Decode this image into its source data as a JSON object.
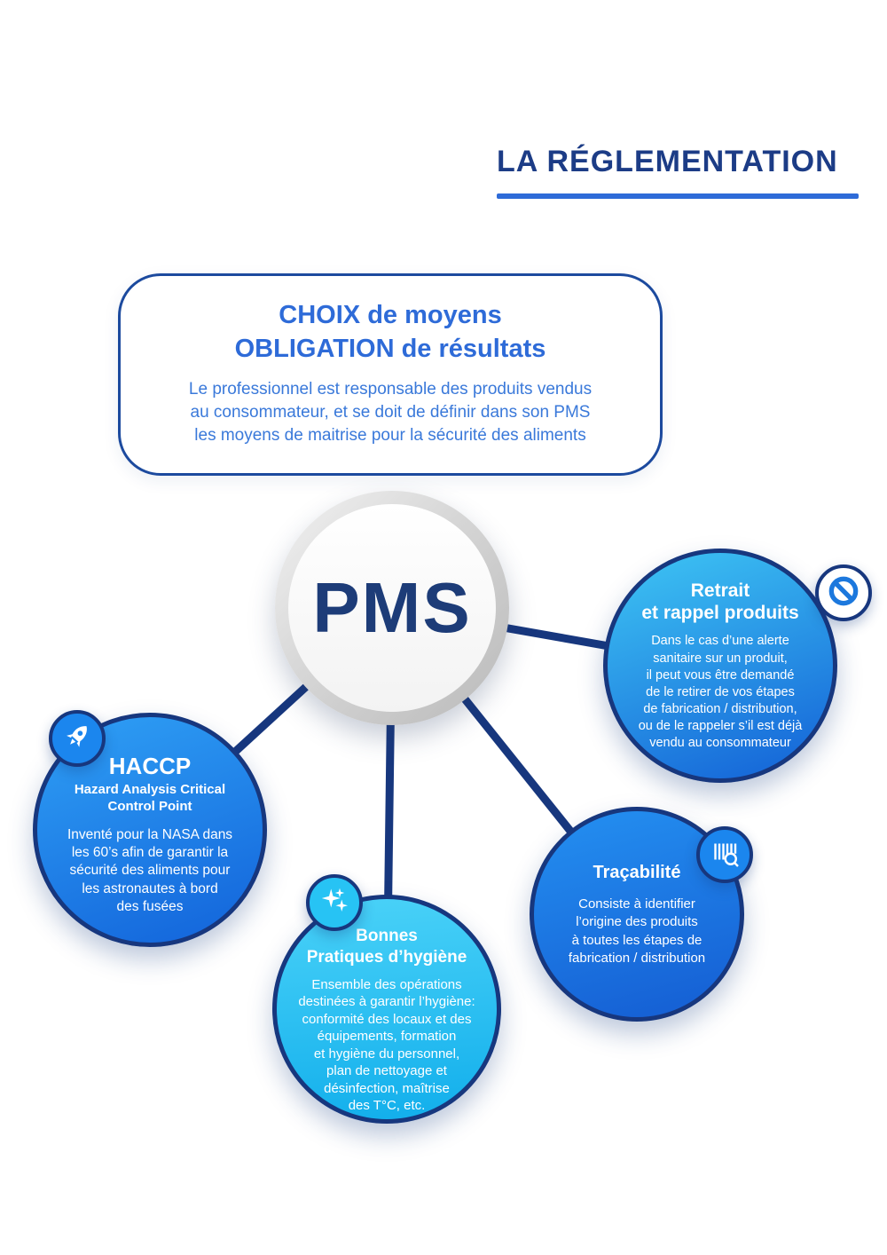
{
  "header": {
    "title": "LA RÉGLEMENTATION"
  },
  "intro": {
    "title_line1": "CHOIX de moyens",
    "title_line2": "OBLIGATION de résultats",
    "body": "Le professionnel est responsable des produits vendus\nau consommateur, et se doit de définir dans son PMS\nles moyens de maitrise pour la sécurité des aliments"
  },
  "center": {
    "label": "PMS"
  },
  "nodes": {
    "retrait": {
      "title": "Retrait\net rappel produits",
      "body": "Dans le cas d’une alerte\nsanitaire sur un produit,\nil peut vous être demandé\nde le retirer de vos étapes\nde fabrication / distribution,\nou de le rappeler s’il est déjà\nvendu au consommateur",
      "icon": "no-entry-icon"
    },
    "haccp": {
      "title": "HACCP",
      "subtitle": "Hazard Analysis Critical\nControl Point",
      "body": "Inventé pour la NASA dans\nles 60’s afin de garantir la\nsécurité des aliments pour\nles astronautes à bord\ndes fusées",
      "icon": "rocket-icon"
    },
    "bonnes": {
      "title": "Bonnes\nPratiques d’hygiène",
      "body": "Ensemble des opérations\ndestinées à garantir l’hygiène:\nconformité des locaux et des\néquipements, formation\net hygiène du personnel,\nplan de nettoyage et\ndésinfection, maîtrise\ndes T°C, etc.",
      "icon": "sparkles-icon"
    },
    "tracabilite": {
      "title": "Traçabilité",
      "body": "Consiste à identifier\nl’origine des produits\nà toutes les étapes de\nfabrication / distribution",
      "icon": "barcode-scan-icon"
    }
  },
  "colors": {
    "navy": "#17377e",
    "title_blue": "#2e6bd8",
    "body_blue": "#3a79da",
    "node_blue_start": "#2fa0f5",
    "node_blue_end": "#1565d8",
    "node_cyan_start": "#4ad2f8",
    "node_cyan_end": "#14b0ec",
    "pms_text": "#1d3c78"
  }
}
